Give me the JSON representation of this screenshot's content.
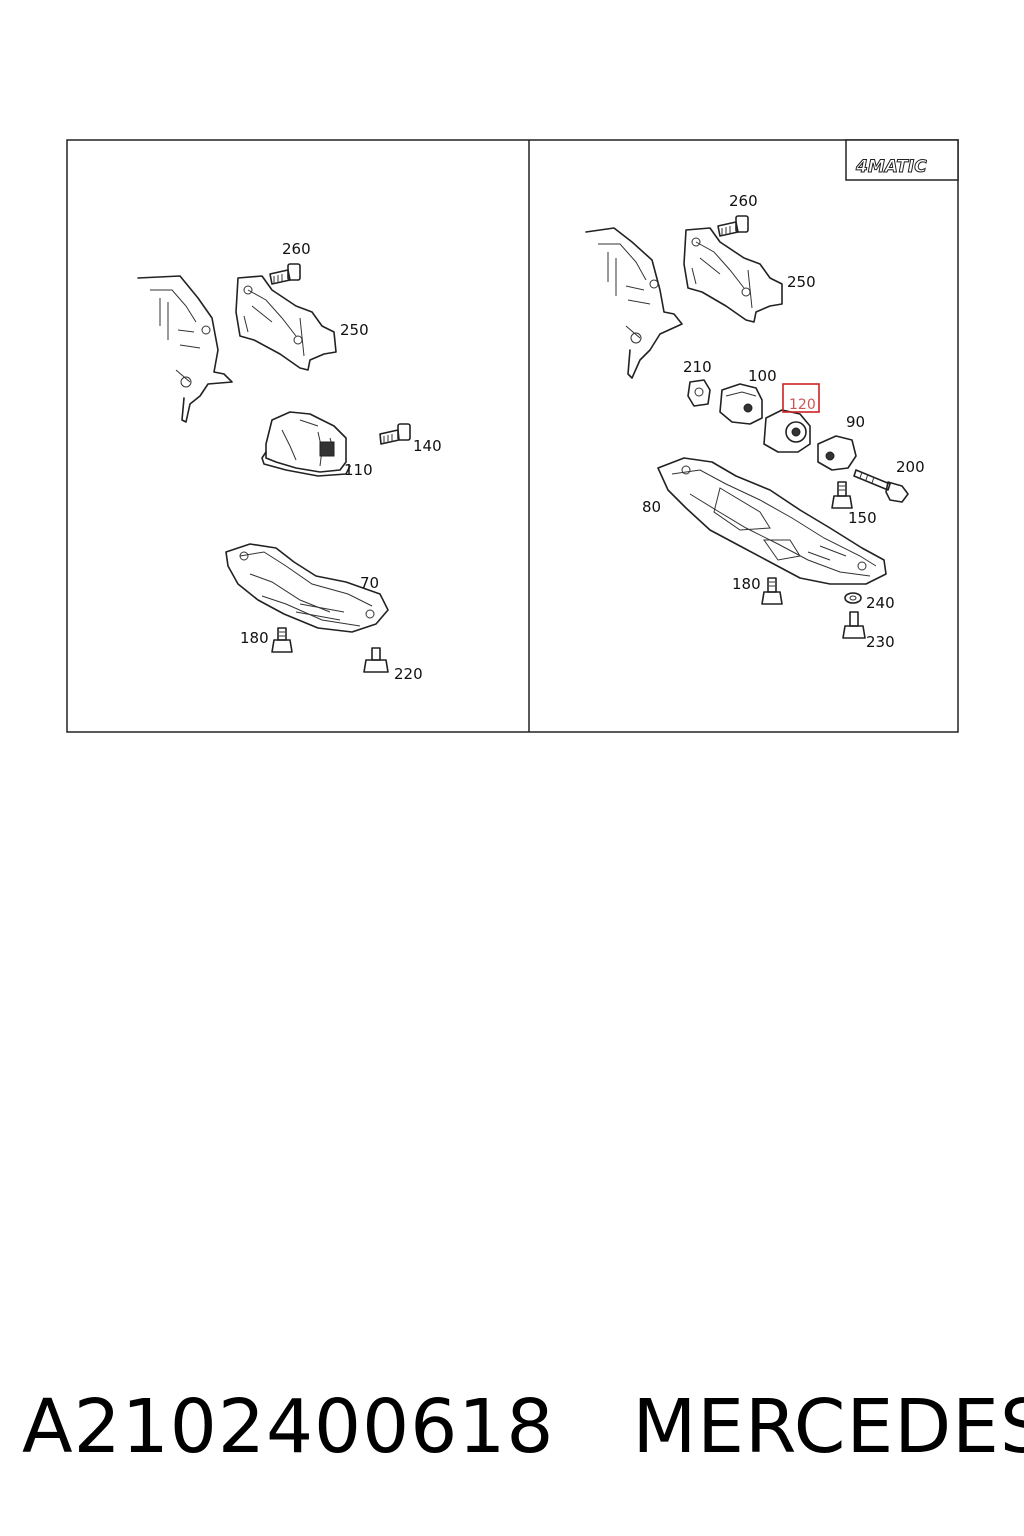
{
  "badge": {
    "text": "4MATIC"
  },
  "left_panel": {
    "labels": {
      "p260": "260",
      "p250": "250",
      "p140": "140",
      "p110": "110",
      "p70": "70",
      "p180": "180",
      "p220": "220"
    }
  },
  "right_panel": {
    "labels": {
      "p260": "260",
      "p250": "250",
      "p210": "210",
      "p100": "100",
      "p120": "120",
      "p90": "90",
      "p200": "200",
      "p80": "80",
      "p150": "150",
      "p180": "180",
      "p240": "240",
      "p230": "230"
    },
    "highlighted": "120",
    "highlight_color": "#cc2222"
  },
  "footer": {
    "part_number": "A2102400618",
    "brand": "MERCEDES"
  }
}
